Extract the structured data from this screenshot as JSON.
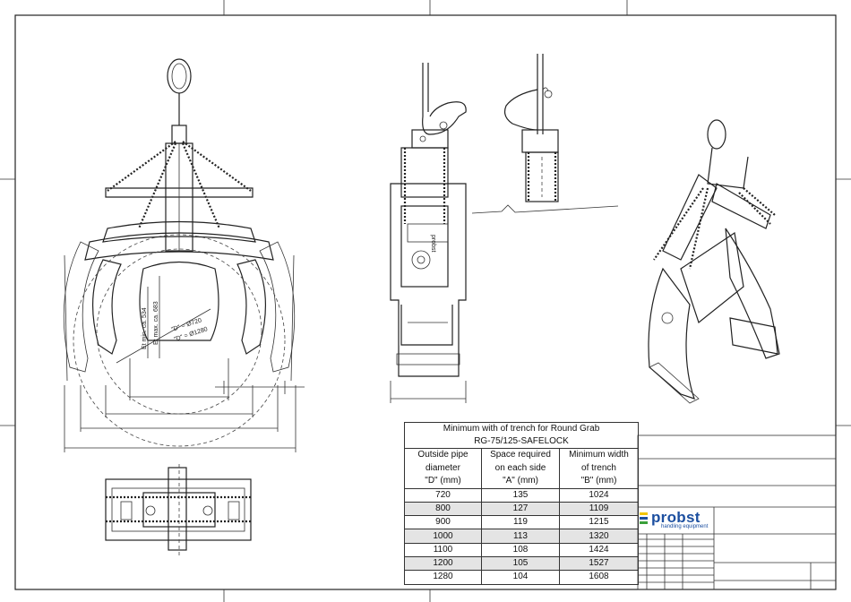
{
  "table": {
    "title_line1": "Minimum with of trench for Round Grab",
    "title_line2": "RG-75/125-SAFELOCK",
    "headers": [
      [
        "Outside pipe",
        "diameter",
        "\"D\" (mm)"
      ],
      [
        "Space required",
        "on each side",
        "\"A\" (mm)"
      ],
      [
        "Minimum width",
        "of trench",
        "\"B\" (mm)"
      ]
    ],
    "rows": [
      [
        "720",
        "135",
        "1024"
      ],
      [
        "800",
        "127",
        "1109"
      ],
      [
        "900",
        "119",
        "1215"
      ],
      [
        "1000",
        "113",
        "1320"
      ],
      [
        "1100",
        "108",
        "1424"
      ],
      [
        "1200",
        "105",
        "1527"
      ],
      [
        "1280",
        "104",
        "1608"
      ]
    ],
    "shaded_rows": [
      1,
      3,
      5
    ],
    "shade_color": "#e4e4e4"
  },
  "drawing": {
    "dim_opening_max": "Et max. ca. 683",
    "dim_opening_min": "Et min. ca. 534",
    "dim_d_small": "\"D\" = Ø720",
    "dim_d_large": "\"D\" = Ø1280",
    "side_label": "probst"
  },
  "brand": {
    "name": "probst",
    "tagline": "handling equipment",
    "color": "#1c4fa0",
    "accent_yellow": "#f2c500",
    "accent_blue": "#1c4fa0",
    "accent_green": "#3aa03a"
  }
}
